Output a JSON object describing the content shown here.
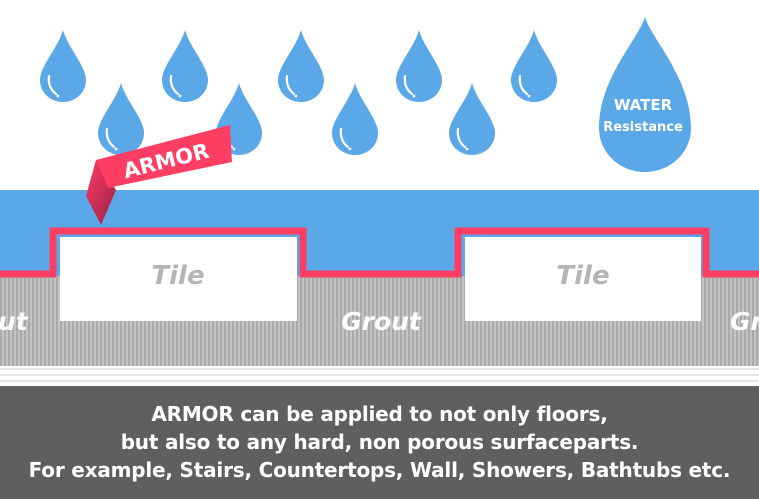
{
  "drop_badge": {
    "line1": "WATER",
    "line2": "Resistance"
  },
  "flag_label": "ARMOR",
  "tiles": [
    "Tile",
    "Tile"
  ],
  "grout": [
    "ut",
    "Grout",
    "Gr"
  ],
  "caption": {
    "line1": "ARMOR can be applied to not only floors,",
    "line2": "but also to any hard, non porous surfaceparts.",
    "line3": "For example, Stairs, Countertops, Wall, Showers, Bathtubs etc."
  },
  "colors": {
    "water": "#5ba8e8",
    "armor": "#ff3e63",
    "grout": "#b8b8b8",
    "caption_bg": "#5f5f5f"
  },
  "icons": [
    "water-drop-icon",
    "armor-flag-icon"
  ]
}
